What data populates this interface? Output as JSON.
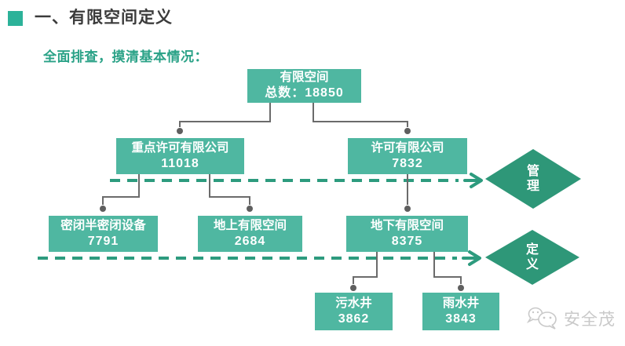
{
  "header": {
    "title": "一、有限空间定义"
  },
  "subtitle": "全面排查，摸清基本情况：",
  "tree": {
    "root": {
      "label": "有限空间",
      "value": "总数：18850"
    },
    "level2": [
      {
        "label": "重点许可有限公司",
        "value": "11018"
      },
      {
        "label": "许可有限公司",
        "value": "7832"
      }
    ],
    "level3": [
      {
        "label": "密闭半密闭设备",
        "value": "7791"
      },
      {
        "label": "地上有限空间",
        "value": "2684"
      },
      {
        "label": "地下有限空间",
        "value": "8375"
      }
    ],
    "level4": [
      {
        "label": "污水井",
        "value": "3862"
      },
      {
        "label": "雨水井",
        "value": "3843"
      }
    ]
  },
  "diamonds": [
    {
      "label": "管理"
    },
    {
      "label": "定义"
    }
  ],
  "watermark": {
    "brand": "安全茂",
    "icon": "wechat-icon"
  },
  "colors": {
    "node_fill": "#4fb7a1",
    "diamond_fill": "#2e9778",
    "dashed_arrow": "#2d9b7e",
    "connector_gray": "#6b6b6b",
    "accent_square": "#2cb299",
    "title_text": "#3b3b3b",
    "subtitle_text": "#2aa287",
    "watermark_gray": "#c9c9c9"
  }
}
